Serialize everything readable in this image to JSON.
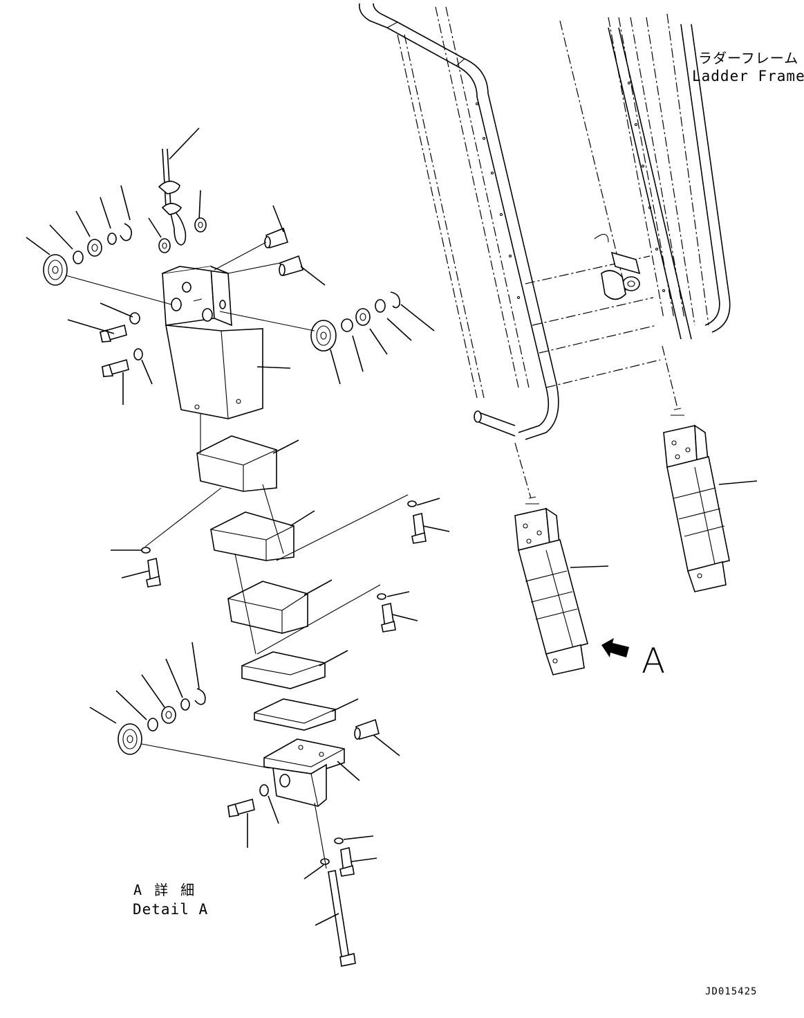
{
  "labels": {
    "ladder_frame_jp": "ラダーフレーム",
    "ladder_frame_en": "Ladder Frame",
    "view_arrow_letter": "A",
    "detail_jp": "A 詳 細",
    "detail_en": "Detail A",
    "drawing_code": "JD015425"
  },
  "colors": {
    "line": "#000000",
    "background": "#ffffff"
  }
}
